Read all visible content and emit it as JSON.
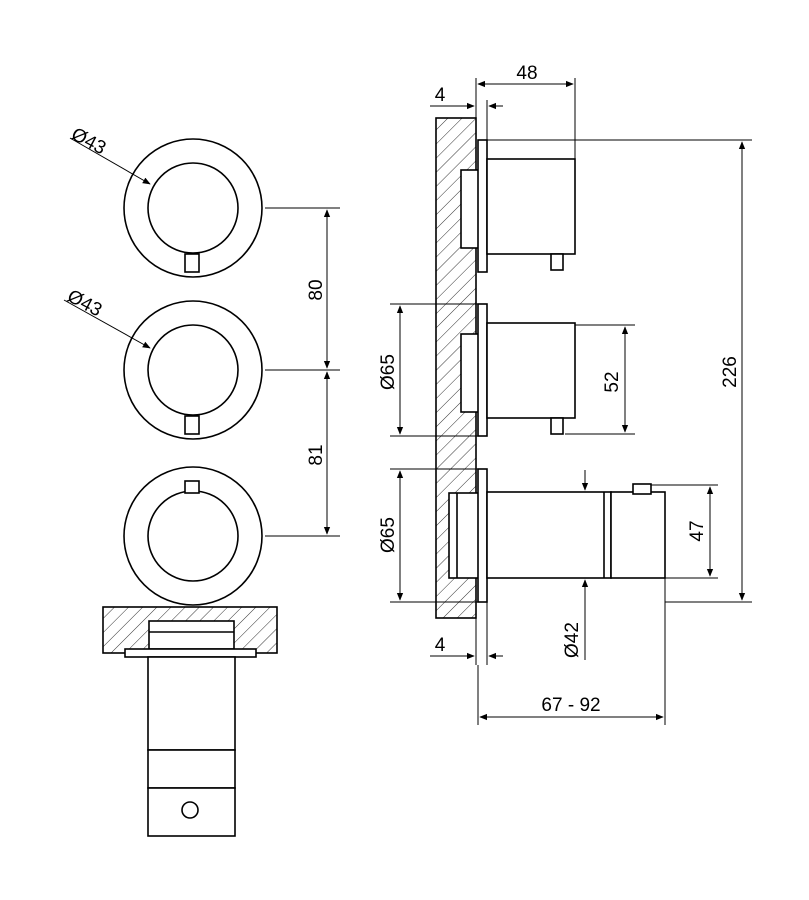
{
  "diagram": {
    "front_view": {
      "knob_top_diameter": "Ø43",
      "knob_mid_diameter": "Ø43",
      "spacing_top": "80",
      "spacing_bottom": "81"
    },
    "side_view": {
      "wall_offset_top": "4",
      "depth_top": "48",
      "total_height": "226",
      "rosette_mid_diameter": "Ø65",
      "handle_height": "52",
      "rosette_bottom_diameter": "Ø65",
      "knob_height": "47",
      "knob_diameter": "Ø42",
      "wall_offset_bottom": "4",
      "projection_range": "67 - 92"
    },
    "colors": {
      "line": "#000000",
      "background": "#ffffff"
    }
  }
}
